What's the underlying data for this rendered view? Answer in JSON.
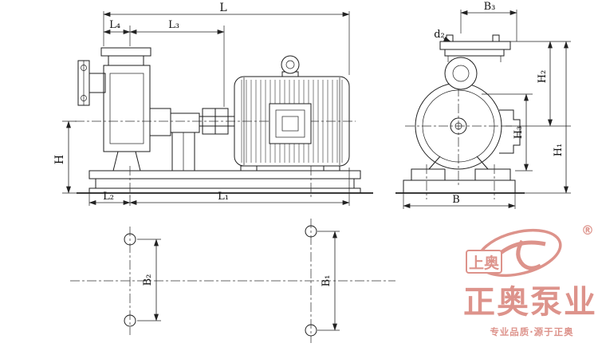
{
  "dims": {
    "L": "L",
    "L4": "L₄",
    "L3": "L₃",
    "L2": "L₂",
    "L1": "L₁",
    "H": "H",
    "B3": "B₃",
    "d2": "d₂",
    "H2": "H₂",
    "H3": "H₃",
    "H1": "H₁",
    "B": "B",
    "B2": "B₂",
    "B1": "B₁"
  },
  "watermark": {
    "registered": "®",
    "brand_small": "上奥",
    "brand_main": "正奥泵业",
    "slogan": "专业品质·源于正奥"
  },
  "colors": {
    "line": "#1e1e1e",
    "watermark": "#c23b2e"
  }
}
